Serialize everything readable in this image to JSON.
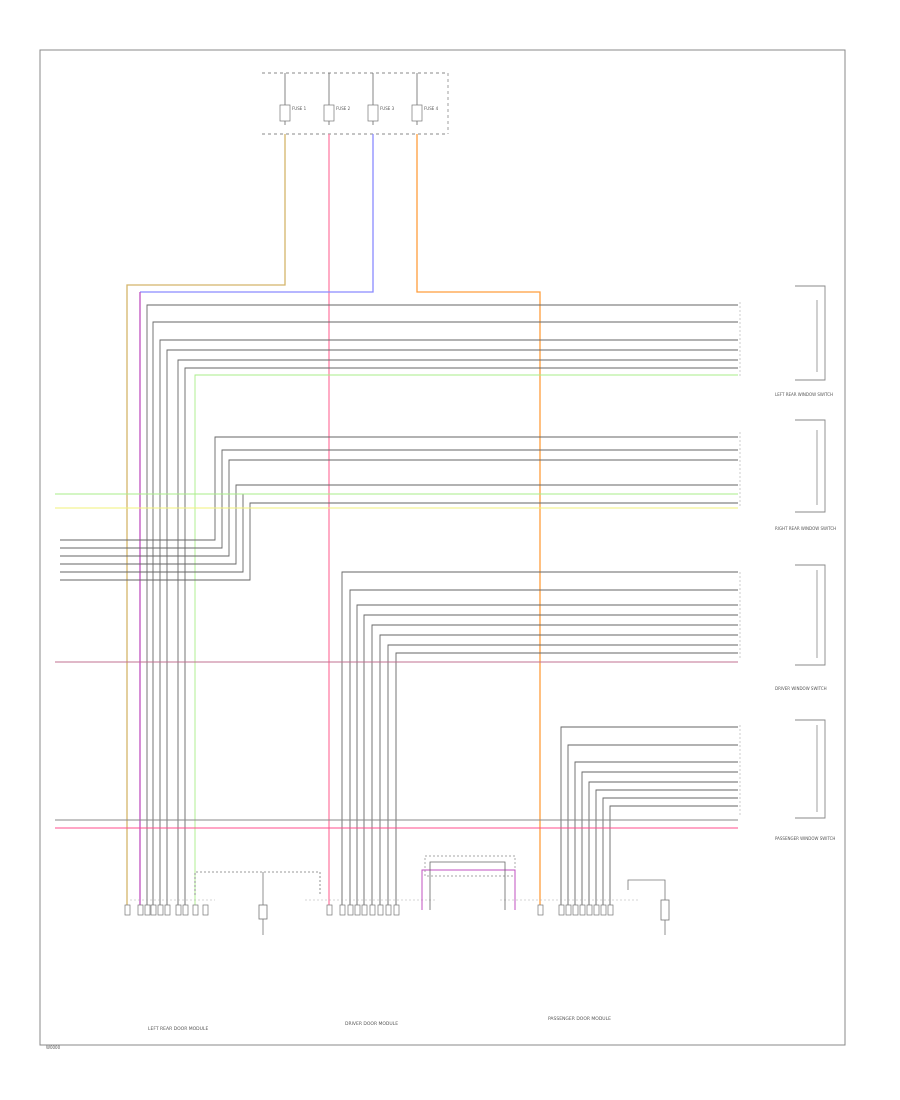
{
  "colors": {
    "tan": "#d4b56a",
    "pink": "#ff7fa6",
    "blue": "#8a8aff",
    "orange": "#ff9d3c",
    "magenta": "#c050c0",
    "green": "#a8ee88",
    "yellow": "#f2f27a",
    "rose": "#c07090",
    "wire": "#666666"
  },
  "fuses": [
    {
      "label": "FUSE 1"
    },
    {
      "label": "FUSE 2"
    },
    {
      "label": "FUSE 3"
    },
    {
      "label": "FUSE 4"
    }
  ],
  "components": {
    "lr_window_switch": "LEFT REAR WINDOW SWITCH",
    "rr_window_switch": "RIGHT REAR WINDOW SWITCH",
    "driver_window_switch": "DRIVER WINDOW SWITCH",
    "passenger_window_switch": "PASSENGER WINDOW SWITCH",
    "left_rear_door_module": "LEFT REAR DOOR MODULE",
    "driver_door_module": "DRIVER DOOR MODULE",
    "passenger_door_module": "PASSENGER DOOR MODULE"
  },
  "footer_code": "W0000"
}
